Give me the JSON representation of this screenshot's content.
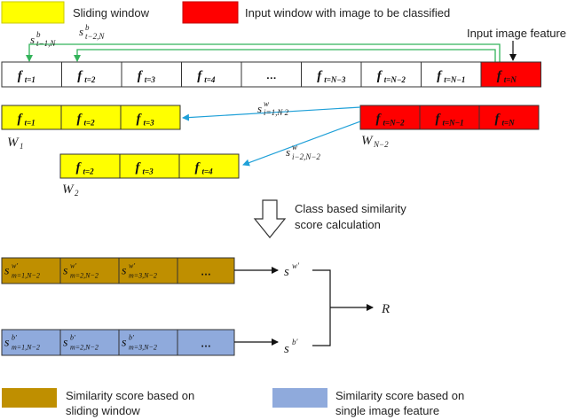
{
  "legend_top": {
    "sliding_window": "Sliding window",
    "input_window": "Input window with image to be classified"
  },
  "labels": {
    "input_image_feature": "Input image feature",
    "process_line1": "Class based similarity",
    "process_line2": "score calculation",
    "w1_main": "W",
    "w1_sub": "1",
    "w2_main": "W",
    "w2_sub": "2",
    "wn2_main": "W",
    "wn2_sub": "N−2",
    "s_b1_base": "s",
    "s_b1_sup": "b",
    "s_b1_sub": "t−1,N",
    "s_b2_base": "s",
    "s_b2_sup": "b",
    "s_b2_sub": "t−2,N",
    "s_w1_base": "s",
    "s_w1_sup": "w",
    "s_w1_sub": "i=1,N 2",
    "s_w2_base": "s",
    "s_w2_sup": "w",
    "s_w2_sub": "i−2,N−2",
    "sw_out_base": "s",
    "sw_out_sup": "w′",
    "sb_out_base": "s",
    "sb_out_sup": "b′",
    "result": "R"
  },
  "feature_row": {
    "cells": [
      {
        "main": "f",
        "sub": "t=1"
      },
      {
        "main": "f",
        "sub": "t=2"
      },
      {
        "main": "f",
        "sub": "t=3"
      },
      {
        "main": "f",
        "sub": "t=4"
      },
      {
        "main": "…",
        "sub": ""
      },
      {
        "main": "f",
        "sub": "t=N−3"
      },
      {
        "main": "f",
        "sub": "t=N−2"
      },
      {
        "main": "f",
        "sub": "t=N−1"
      },
      {
        "main": "f",
        "sub": "t=N"
      }
    ]
  },
  "window_w1": [
    {
      "main": "f",
      "sub": "t=1"
    },
    {
      "main": "f",
      "sub": "t=2"
    },
    {
      "main": "f",
      "sub": "t=3"
    }
  ],
  "window_input": [
    {
      "main": "f",
      "sub": "t=N−2"
    },
    {
      "main": "f",
      "sub": "t=N−1"
    },
    {
      "main": "f",
      "sub": "t=N"
    }
  ],
  "window_w2": [
    {
      "main": "f",
      "sub": "t=2"
    },
    {
      "main": "f",
      "sub": "t=3"
    },
    {
      "main": "f",
      "sub": "t=4"
    }
  ],
  "score_w_row": [
    {
      "base": "s",
      "sup": "w′",
      "sub": "m=1,N−2"
    },
    {
      "base": "s",
      "sup": "w′",
      "sub": "m=2,N−2"
    },
    {
      "base": "s",
      "sup": "w′",
      "sub": "m=3,N−2"
    },
    {
      "base": "…",
      "sup": "",
      "sub": ""
    }
  ],
  "score_b_row": [
    {
      "base": "s",
      "sup": "b′",
      "sub": "m=1,N−2"
    },
    {
      "base": "s",
      "sup": "b′",
      "sub": "m=2,N−2"
    },
    {
      "base": "s",
      "sup": "b′",
      "sub": "m=3,N−2"
    },
    {
      "base": "…",
      "sup": "",
      "sub": ""
    }
  ],
  "legend_bottom": {
    "sliding_line1": "Similarity score based on",
    "sliding_line2": "sliding window",
    "single_line1": "Similarity score based on",
    "single_line2": "single image feature"
  },
  "colors": {
    "yellow": "#ffff00",
    "red": "#ff0000",
    "gold": "#bf8f00",
    "blue": "#8faadc",
    "green_arrow": "#33b35a",
    "cyan_arrow": "#1fa0d8"
  }
}
